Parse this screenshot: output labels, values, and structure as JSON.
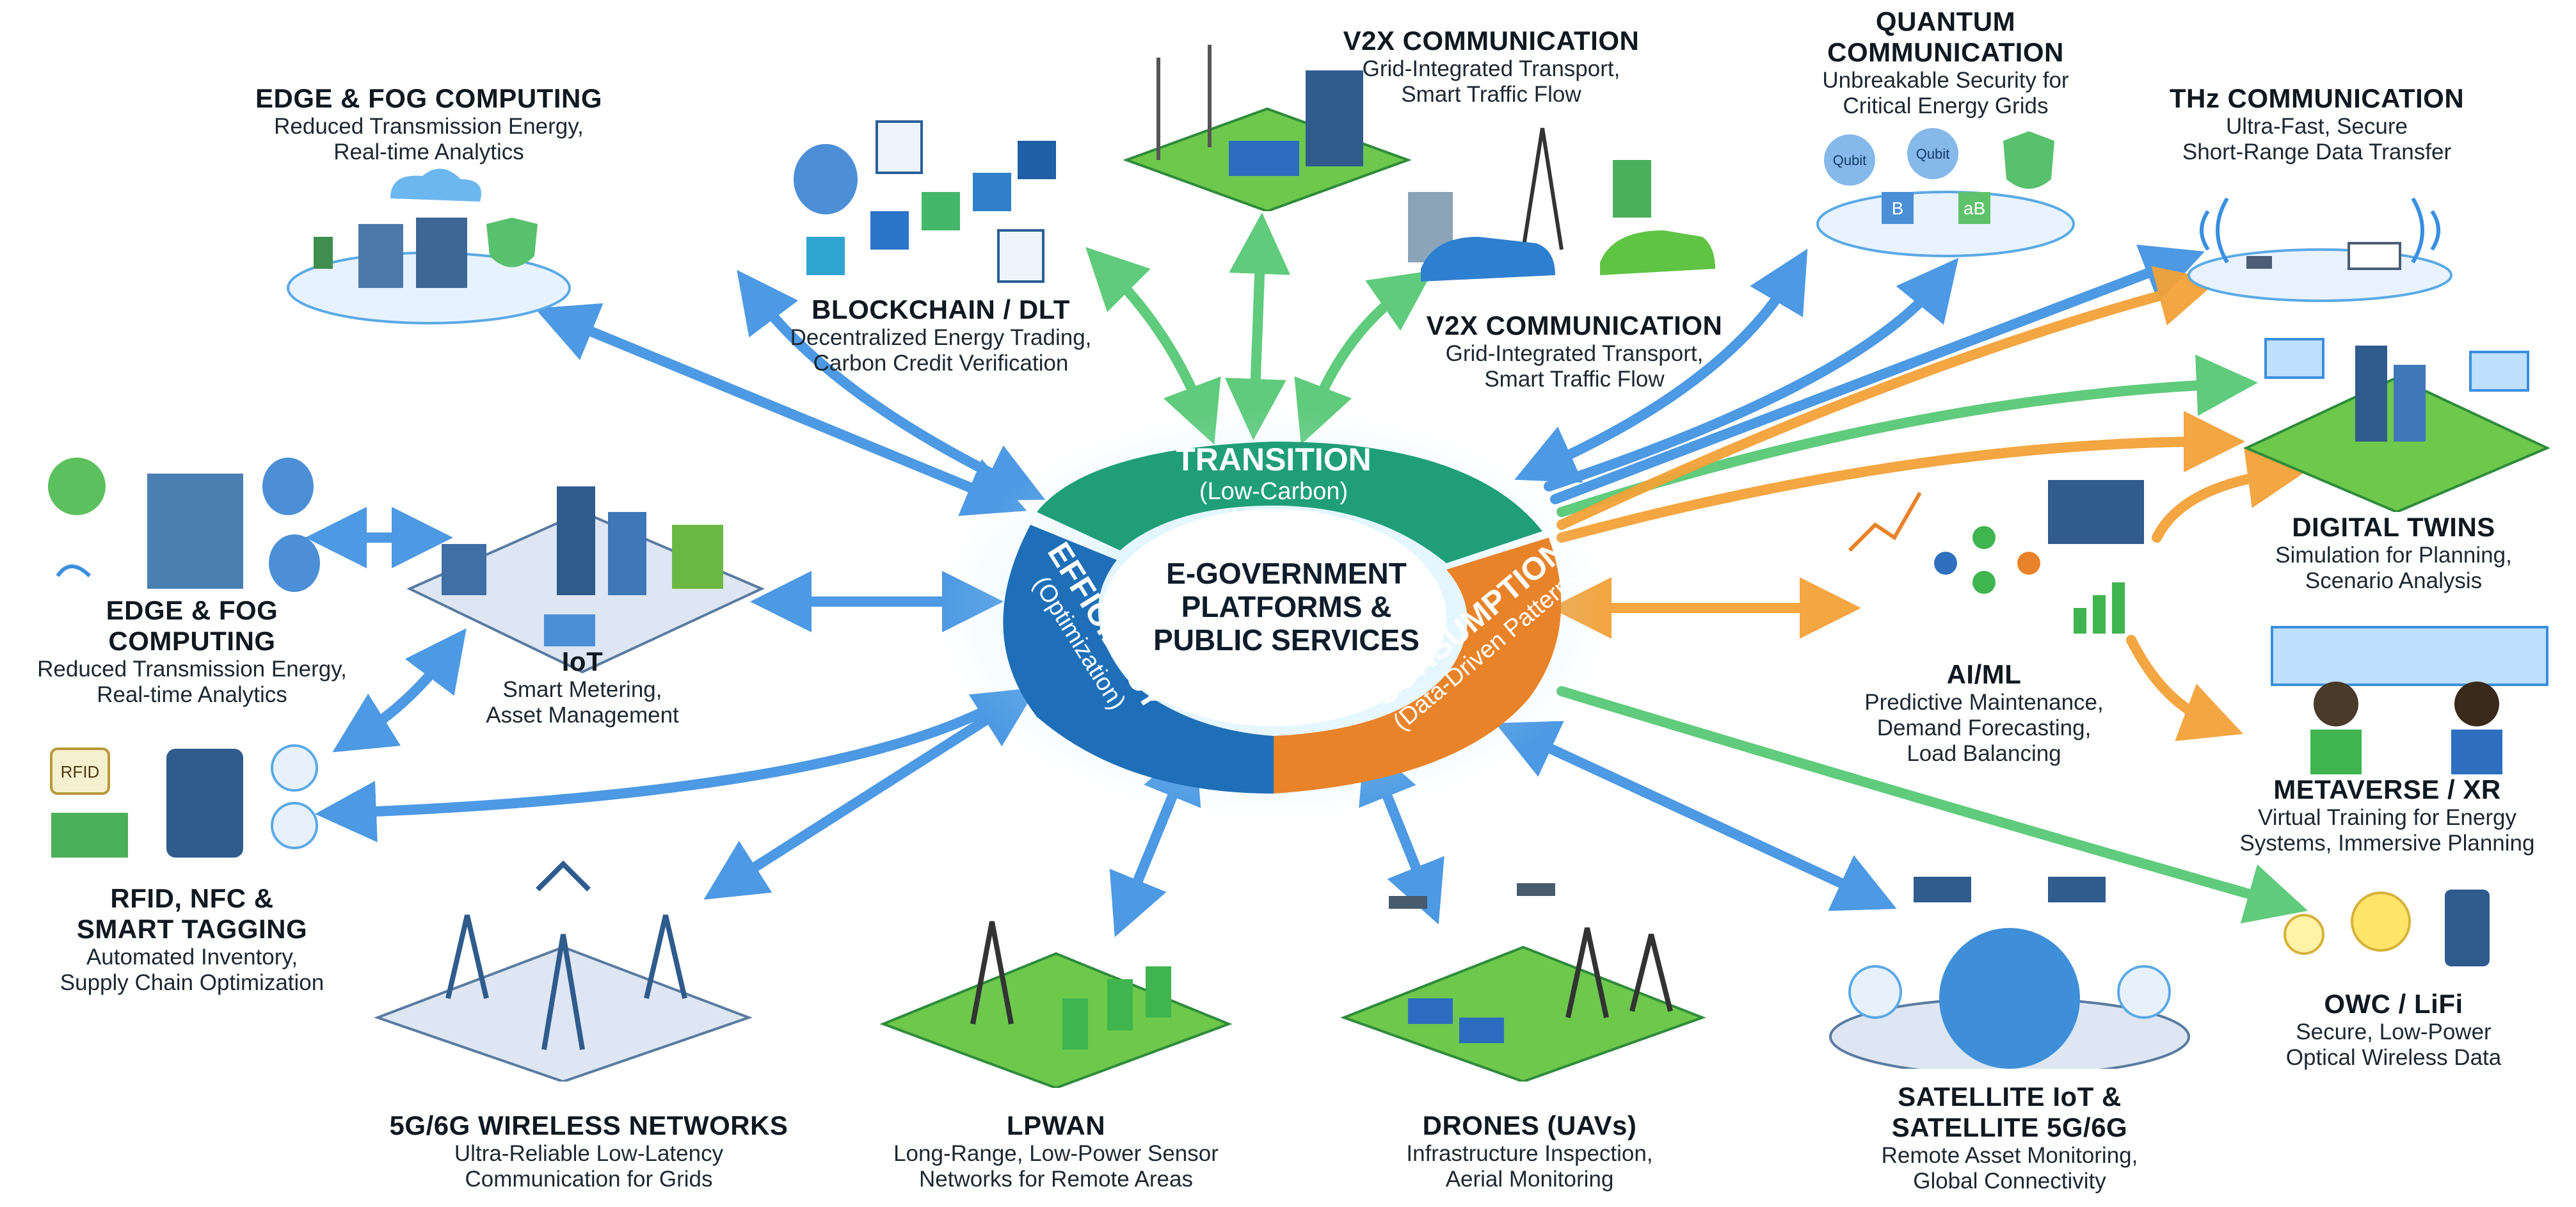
{
  "hub": {
    "center_lines": [
      "E-GOVERNMENT",
      "PLATFORMS &",
      "PUBLIC SERVICES"
    ],
    "segments": {
      "transition": {
        "main": "TRANSITION",
        "sub": "(Low-Carbon)",
        "color": "#1f9e78"
      },
      "efficiency": {
        "main": "EFFICIENCY",
        "sub": "(Optimization)",
        "color": "#1e6fb8"
      },
      "consumption": {
        "main": "CONSUMPTION",
        "sub": "(Data-Driven Patterns)",
        "color": "#e8832a"
      }
    }
  },
  "nodes": {
    "edge_fog_top": {
      "title": "EDGE & FOG COMPUTING",
      "desc": [
        "Reduced Transmission Energy,",
        "Real-time Analytics"
      ]
    },
    "blockchain": {
      "title": "BLOCKCHAIN / DLT",
      "desc": [
        "Decentralized Energy Trading,",
        "Carbon Credit Verification"
      ]
    },
    "v2x_top": {
      "title": "V2X COMMUNICATION",
      "desc": [
        "Grid-Integrated Transport,",
        "Smart Traffic Flow"
      ]
    },
    "v2x_mid": {
      "title": "V2X COMMUNICATION",
      "desc": [
        "Grid-Integrated Transport,",
        "Smart Traffic Flow"
      ]
    },
    "quantum": {
      "title_lines": [
        "QUANTUM",
        "COMMUNICATION"
      ],
      "desc": [
        "Unbreakable Security for",
        "Critical Energy Grids"
      ]
    },
    "thz": {
      "title": "THz COMMUNICATION",
      "desc": [
        "Ultra-Fast, Secure",
        "Short-Range Data Transfer"
      ]
    },
    "edge_fog_left": {
      "title_lines": [
        "EDGE & FOG",
        "COMPUTING"
      ],
      "desc": [
        "Reduced Transmission Energy,",
        "Real-time Analytics"
      ]
    },
    "iot": {
      "title": "IoT",
      "desc": [
        "Smart Metering,",
        "Asset Management"
      ]
    },
    "rfid": {
      "title_lines": [
        "RFID, NFC &",
        "SMART TAGGING"
      ],
      "desc": [
        "Automated Inventory,",
        "Supply Chain Optimization"
      ]
    },
    "digital_twins": {
      "title": "DIGITAL TWINS",
      "desc": [
        "Simulation for Planning,",
        "Scenario Analysis"
      ]
    },
    "aiml": {
      "title": "AI/ML",
      "desc": [
        "Predictive Maintenance,",
        "Demand Forecasting,",
        "Load Balancing"
      ]
    },
    "metaverse": {
      "title": "METAVERSE / XR",
      "desc": [
        "Virtual Training for Energy",
        "Systems, Immersive Planning"
      ]
    },
    "owc": {
      "title": "OWC / LiFi",
      "desc": [
        "Secure, Low-Power",
        "Optical Wireless Data"
      ]
    },
    "wireless": {
      "title": "5G/6G WIRELESS NETWORKS",
      "desc": [
        "Ultra-Reliable Low-Latency",
        "Communication for Grids"
      ]
    },
    "lpwan": {
      "title": "LPWAN",
      "desc": [
        "Long-Range, Low-Power Sensor",
        "Networks for Remote Areas"
      ]
    },
    "drones": {
      "title": "DRONES (UAVs)",
      "desc": [
        "Infrastructure Inspection,",
        "Aerial Monitoring"
      ]
    },
    "satellite": {
      "title_lines": [
        "SATELLITE IoT &",
        "SATELLITE 5G/6G"
      ],
      "desc": [
        "Remote Asset Monitoring,",
        "Global Connectivity"
      ]
    }
  },
  "icons": {
    "rfid_tag": "RFID",
    "qubit_1": "Qubit",
    "qubit_2": "Qubit",
    "dice_b": "B",
    "dice_a": "a",
    "dice_ab": "aB"
  },
  "colors": {
    "blue_arrow": "#3a8fe0",
    "green_arrow": "#5ccf7a",
    "orange_arrow": "#f4a53a",
    "platform_green": "#5fc44a"
  }
}
